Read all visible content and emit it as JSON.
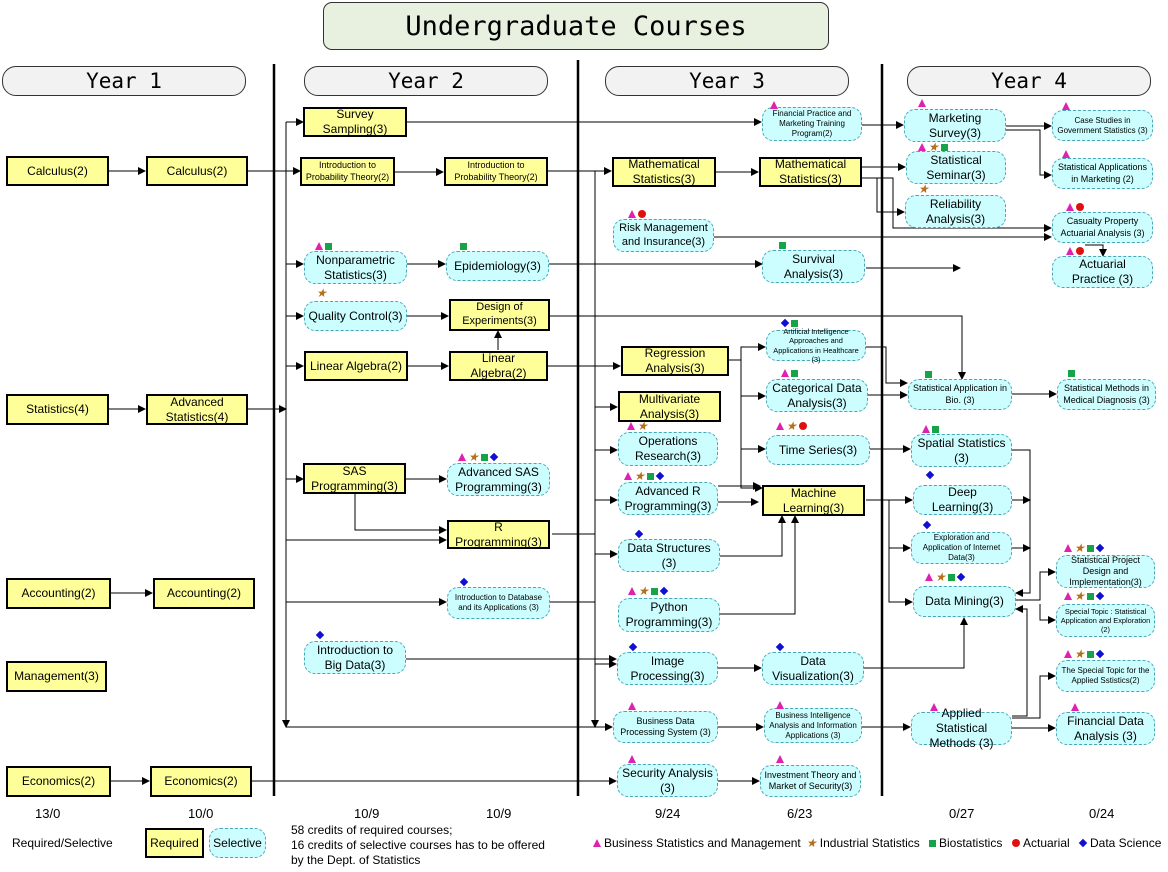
{
  "title": "Undergraduate Courses",
  "years": [
    "Year 1",
    "Year 2",
    "Year 3",
    "Year 4"
  ],
  "courses": {
    "calc1": "Calculus(2)",
    "calc2": "Calculus(2)",
    "stat1": "Statistics(4)",
    "advstat": "Advanced Statistics(4)",
    "acc1": "Accounting(2)",
    "acc2": "Accounting(2)",
    "mgmt": "Management(3)",
    "eco1": "Economics(2)",
    "eco2": "Economics(2)",
    "survey": "Survey Sampling(3)",
    "prob1": "Introduction to Probability Theory(2)",
    "prob2": "Introduction to Probability Theory(2)",
    "nonpar": "Nonparametric Statistics(3)",
    "epid": "Epidemiology(3)",
    "qc": "Quality Control(3)",
    "doe": "Design of Experiments(3)",
    "la1": "Linear Algebra(2)",
    "la2": "Linear Algebra(2)",
    "sas": "SAS Programming(3)",
    "advsas": "Advanced SAS Programming(3)",
    "rprog": "R Programming(3)",
    "introdb": "Introduction to Database and its Applications (3)",
    "bigdata": "Introduction to Big Data(3)",
    "finprac": "Financial Practice and Marketing Training Program(2)",
    "mathstat1": "Mathematical Statistics(3)",
    "mathstat2": "Mathematical Statistics(3)",
    "risk": "Risk Management and Insurance(3)",
    "surv": "Survival Analysis(3)",
    "ai": "Artificial Intelligence Approaches and Applications in Healthcare (3)",
    "reg": "Regression Analysis(3)",
    "catdata": "Categorical Data Analysis(3)",
    "multi": "Multivariate Analysis(3)",
    "opres": "Operations Research(3)",
    "ts": "Time Series(3)",
    "advr": "Advanced R Programming(3)",
    "ml": "Machine Learning(3)",
    "ds": "Data Structures (3)",
    "python": "Python Programming(3)",
    "img": "Image Processing(3)",
    "dataviz": "Data Visualization(3)",
    "bdps": "Business Data Processing System (3)",
    "biia": "Business Intelligence Analysis and Information Applications (3)",
    "secan": "Security Analysis (3)",
    "invest": "Investment Theory and Market of Security(3)",
    "mktsurv": "Marketing Survey(3)",
    "casegov": "Case Studies in Government Statistics (3)",
    "statsem": "Statistical Seminar(3)",
    "statmkt": "Statistical Applications in Marketing (2)",
    "relia": "Reliability Analysis(3)",
    "casualty": "Casualty Property Actuarial Analysis (3)",
    "actprac": "Actuarial Practice (3)",
    "statbio": "Statistical Application in Bio. (3)",
    "medstat": "Statistical Methods in Medical Diagnosis (3)",
    "spatial": "Spatial Statistics (3)",
    "deep": "Deep Learning(3)",
    "explore": "Exploration and Application of Internet Data(3)",
    "mining": "Data Mining(3)",
    "project": "Statistical Project Design and Implementation(3)",
    "special1": "Special Topic : Statistical Application and Exploration (2)",
    "special2": "The Special Topic for the Applied Sstistics(2)",
    "applied": "Applied Statistical Methods (3)",
    "finan": "Financial Data Analysis (3)"
  },
  "credits": [
    "13/0",
    "10/0",
    "10/9",
    "10/9",
    "9/24",
    "6/23",
    "0/27",
    "0/24"
  ],
  "legend": {
    "required_selective": "Required/Selective",
    "required": "Required",
    "selective": "Selective",
    "note_lines": [
      "58 credits of required courses;",
      "16 credits of selective courses has to be offered",
      "by the Dept. of Statistics"
    ],
    "business": "Business Statistics and Management",
    "industrial": "Industrial Statistics",
    "bio": "Biostatistics",
    "actuarial": "Actuarial",
    "datasci": "Data Science"
  },
  "colors": {
    "required_fill": "#ffff99",
    "selective_fill": "#ccfdff",
    "business": "#e020b0",
    "industrial": "#b5701c",
    "bio": "#17a34a",
    "actuarial": "#e01010",
    "datasci": "#1010d0"
  }
}
